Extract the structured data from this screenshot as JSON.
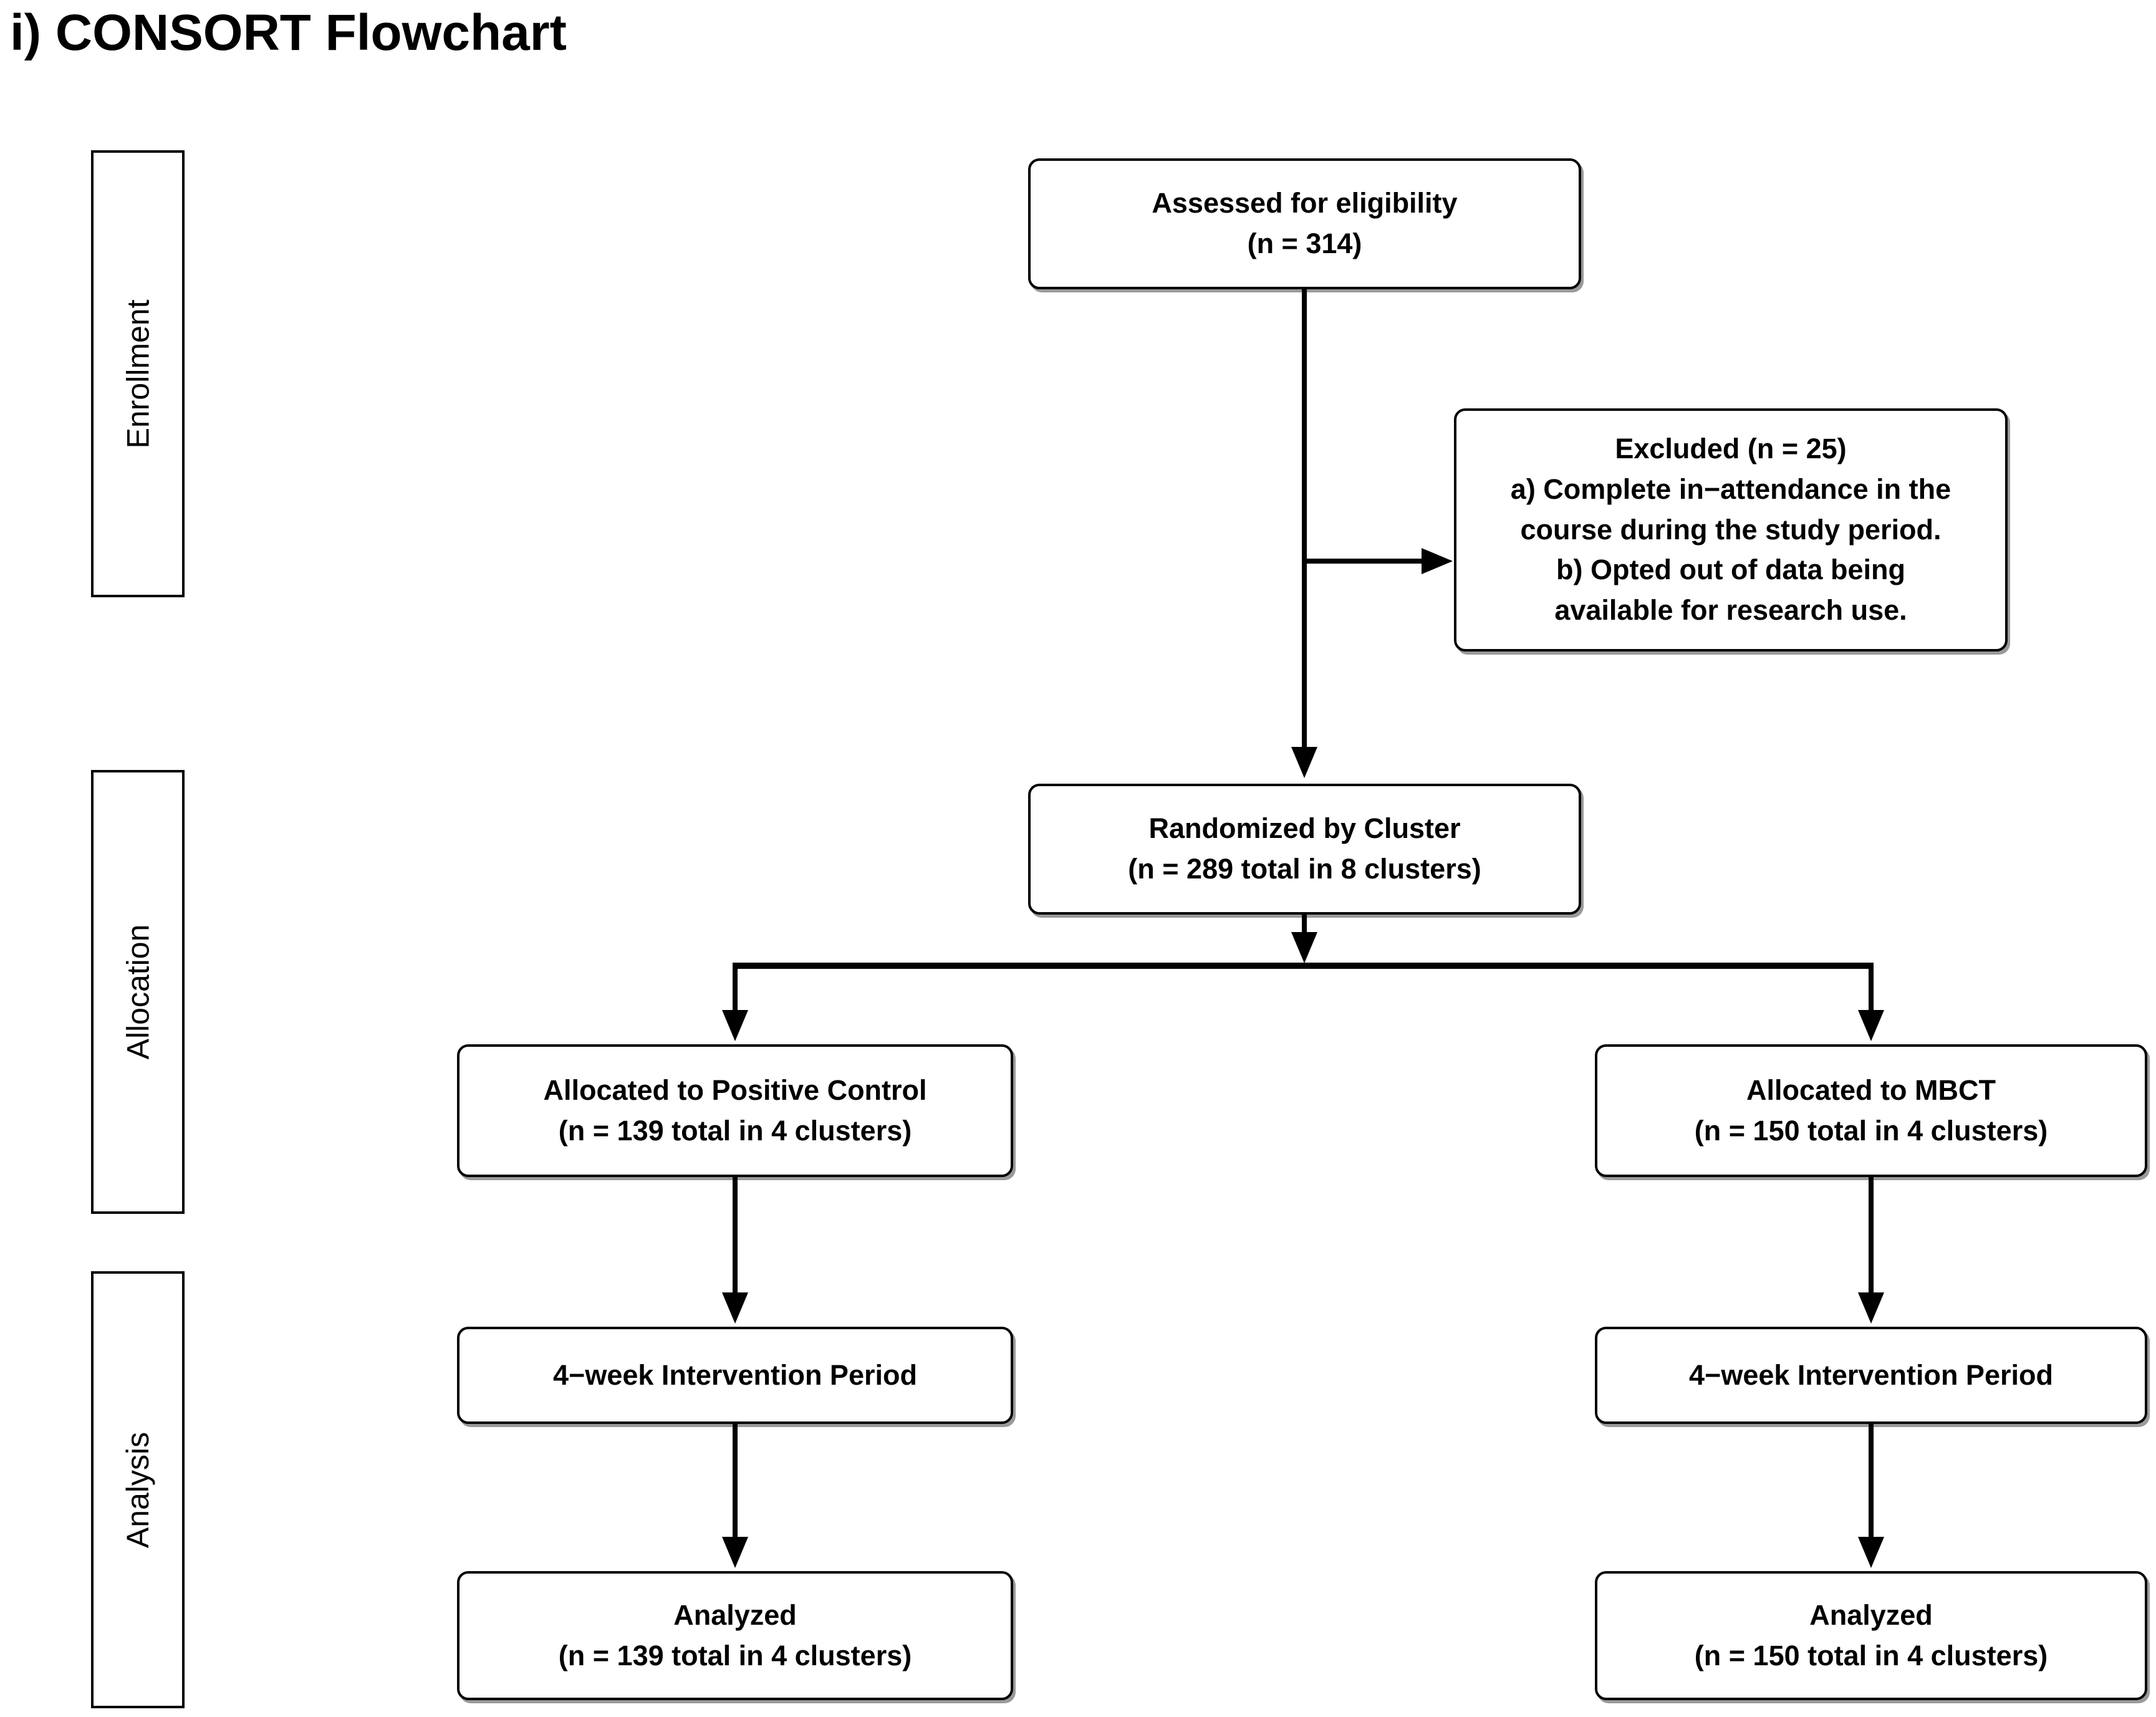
{
  "title": "i) CONSORT Flowchart",
  "colors": {
    "ink": "#000000",
    "paper": "#ffffff",
    "box_shadow": "#9a9a9a"
  },
  "sidebar": {
    "stages": [
      {
        "label": "Enrollment"
      },
      {
        "label": "Allocation"
      },
      {
        "label": "Analysis"
      }
    ]
  },
  "nodes": {
    "assessed": {
      "lines": [
        "Assessed for eligibility",
        "(n = 314)"
      ]
    },
    "excluded": {
      "lines": [
        "Excluded (n = 25)",
        "a) Complete in−attendance in the",
        "course during the study period.",
        "b) Opted out of data being",
        "available for research use."
      ]
    },
    "randomized": {
      "lines": [
        "Randomized by Cluster",
        "(n = 289 total in 8 clusters)"
      ]
    },
    "alloc_control": {
      "lines": [
        "Allocated to Positive Control",
        "(n = 139 total in 4 clusters)"
      ]
    },
    "alloc_mbct": {
      "lines": [
        "Allocated to MBCT",
        "(n = 150 total in 4 clusters)"
      ]
    },
    "interv_control": {
      "lines": [
        "4−week Intervention Period"
      ]
    },
    "interv_mbct": {
      "lines": [
        "4−week Intervention Period"
      ]
    },
    "analyzed_control": {
      "lines": [
        "Analyzed",
        "(n = 139 total in 4 clusters)"
      ]
    },
    "analyzed_mbct": {
      "lines": [
        "Analyzed",
        "(n = 150 total in 4 clusters)"
      ]
    }
  }
}
